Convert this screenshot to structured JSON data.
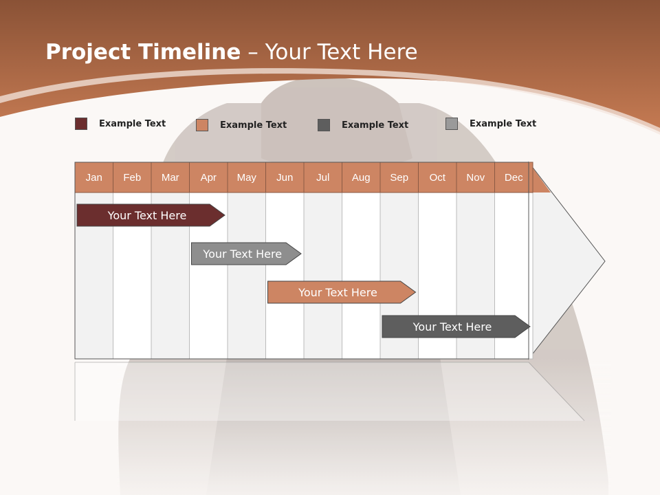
{
  "header": {
    "title_bold": "Project Timeline",
    "title_rest": "– Your Text Here"
  },
  "legend": [
    {
      "label": "Example Text",
      "color": "#6b2e2e"
    },
    {
      "label": "Example Text",
      "color": "#cd8563"
    },
    {
      "label": "Example Text",
      "color": "#5e5e5e"
    },
    {
      "label": "Example Text",
      "color": "#9a9a9a"
    }
  ],
  "timeline": {
    "months": [
      "Jan",
      "Feb",
      "Mar",
      "Apr",
      "May",
      "Jun",
      "Jul",
      "Aug",
      "Sep",
      "Oct",
      "Nov",
      "Dec"
    ],
    "header_color": "#cd8563",
    "bars": [
      {
        "label": "Your  Text Here",
        "start_month": "Jan",
        "end_month": "Apr",
        "color": "#6b2e2e",
        "text_color": "#ffffff"
      },
      {
        "label": "Your  Text Here",
        "start_month": "Apr",
        "end_month": "Jun",
        "color": "#8e8e8e",
        "text_color": "#ffffff"
      },
      {
        "label": "Your  Text Here",
        "start_month": "Jun",
        "end_month": "Sep",
        "color": "#cd8563",
        "text_color": "#ffffff"
      },
      {
        "label": "Your  Text Here",
        "start_month": "Sep",
        "end_month": "Dec",
        "color": "#5e5e5e",
        "text_color": "#ffffff"
      }
    ]
  },
  "colors": {
    "accent": "#c07850",
    "background": "#fbf8f6"
  }
}
